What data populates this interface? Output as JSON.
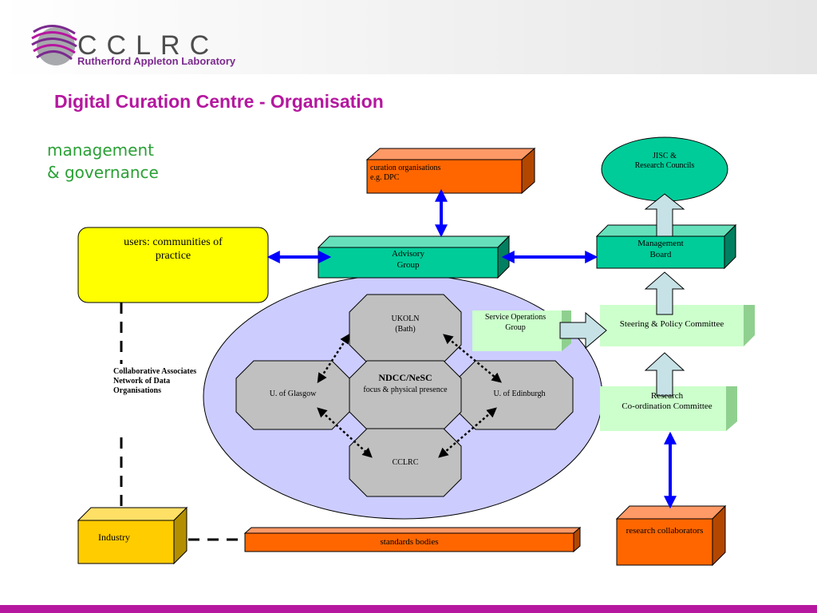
{
  "header": {
    "logo_name": "CCLRC",
    "logo_subtitle": "Rutherford Appleton Laboratory",
    "logo_icon": "swoosh-sphere-icon",
    "brand_color": "#b5179f"
  },
  "title": "Digital Curation Centre - Organisation",
  "subtitle_line1": "management",
  "subtitle_line2": "& governance",
  "nodes": {
    "curation_line1": "curation organisations",
    "curation_line2": "e.g. DPC",
    "jisc_line1": "JISC &",
    "jisc_line2": "Research Councils",
    "users_line1": "users: communities of",
    "users_line2": "practice",
    "advisory_line1": "Advisory",
    "advisory_line2": "Group",
    "management_line1": "Management",
    "management_line2": "Board",
    "service_ops_line1": "Service Operations",
    "service_ops_line2": "Group",
    "steering": "Steering & Policy Committee",
    "research_coord_line1": "Research",
    "research_coord_line2": "Co-ordination Committee",
    "ukoln_line1": "UKOLN",
    "ukoln_line2": "(Bath)",
    "glasgow": "U. of Glasgow",
    "edinburgh": "U. of Edinburgh",
    "ndcc_line1": "NDCC/NeSC",
    "ndcc_line2": "focus & physical presence",
    "cclrc": "CCLRC",
    "collab_line1": "Collaborative Associates",
    "collab_line2": "Network of Data",
    "collab_line3": "Organisations",
    "industry": "Industry",
    "standards": "standards bodies",
    "research_collab": "research collaborators"
  },
  "colors": {
    "orange": "#ff6600",
    "teal": "#00cc99",
    "yellow": "#ffff00",
    "light_green": "#ccffcc",
    "lavender": "#ccccff",
    "gray": "#c0c0c0",
    "arrow_blue": "#0000ff",
    "hollow_arrow": "#c6e2e6",
    "industry_gold": "#ffcc00"
  }
}
